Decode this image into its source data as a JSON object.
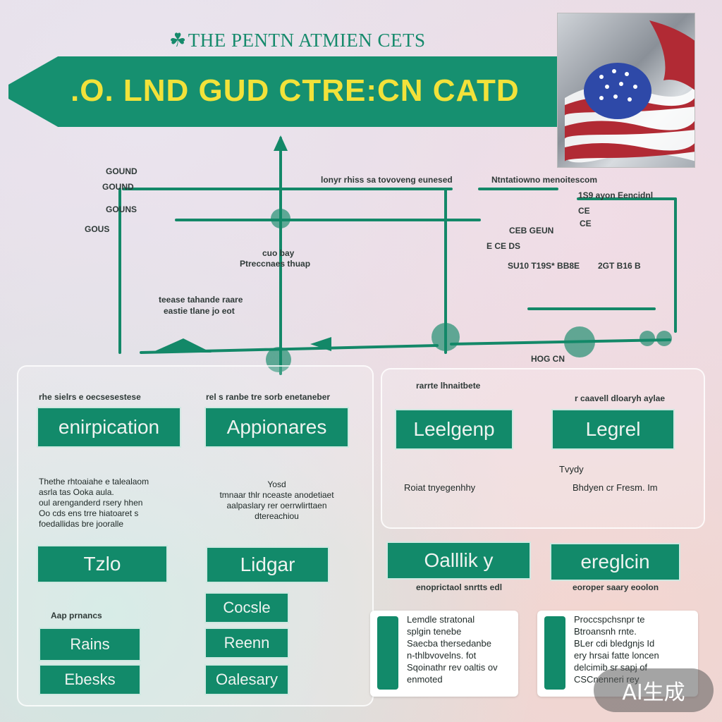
{
  "header": {
    "top_title": "THE PENTN ATMIEN CETS",
    "banner_title": ".O. LND GUD CTRE:CN CATD"
  },
  "diagram_labels": {
    "left_stack": [
      "GOUND",
      "GOUND",
      "GOUNS",
      "GOUS"
    ],
    "top_connector": "lonyr rhiss sa tovoveng eunesed",
    "top_right_title": "Ntntatiowno menoitescom",
    "right_block_1": "1S9 ayon Eencidnl",
    "right_block_2": "CEB GEUN",
    "right_block_3": "CE",
    "right_block_4": "CE",
    "right_block_5": "E CE DS",
    "right_block_6": "SU10 T19S* BB8E",
    "right_block_7": "2GT B16 B",
    "mid_label_1": "cuo bay",
    "mid_label_2": "Ptreccnaes thuap",
    "left_label_1": "teease tahande raare",
    "left_label_2": "eastie tlane jo eot",
    "bottom_right_small": "HOG CN"
  },
  "panels": {
    "left": {
      "caption": "rhe sielrs e oecsesestese",
      "header": "enirpication",
      "desc_lines": [
        "Thethe rhtoaiahe e talealaom",
        "asrla tas Ooka aula.",
        "oul arenganderd rsery hhen",
        "Oo cds ens trre hiatoaret s",
        "foedallidas bre jooralle"
      ],
      "sub_header": "Tzlo",
      "sub_caption": "Aap prnancs",
      "btn_1": "Rains",
      "btn_2": "Ebesks"
    },
    "center": {
      "caption": "rel s ranbe tre sorb enetaneber",
      "header": "Appionares",
      "desc_lines": [
        "Yosd",
        "tmnaar thlr nceaste anodetiaet",
        "aalpaslary rer oerrwlirttaen",
        "dtereachiou"
      ],
      "sub_header": "Lidgar",
      "btn_1": "Cocsle",
      "btn_2": "Reenn",
      "btn_3": "Oalesary"
    },
    "right_a": {
      "caption": "rarrte lhnaitbete",
      "header": "Leelgenp",
      "desc": "Roiat tnyegenhhy",
      "sub_header": "Oalllik y",
      "sub_caption": "enoprictaol snrtts edl"
    },
    "right_b": {
      "caption": "r caavell dloaryh aylae",
      "header": "Legrel",
      "desc_top": "Tvydy",
      "desc": "Bhdyen cr Fresm. Im",
      "sub_header": "ereglcin",
      "sub_caption": "eoroper saary eoolon"
    }
  },
  "cards": [
    {
      "lines": [
        "Lemdle stratonal",
        "splgin tenebe",
        "Saecba thersedanbe",
        "n-thlbvovelns. fot",
        "Sqoinathr rev oaltis ov",
        "enmoted"
      ]
    },
    {
      "lines": [
        "Proccspchsnpr te",
        "Btroansnh rnte.",
        "BLer cdi bledgnjs Id",
        "ery hrsai fatte loncen",
        "delcimib sr sapj of",
        "CSCnenneri rey"
      ]
    }
  ],
  "badge": "AI生成"
}
